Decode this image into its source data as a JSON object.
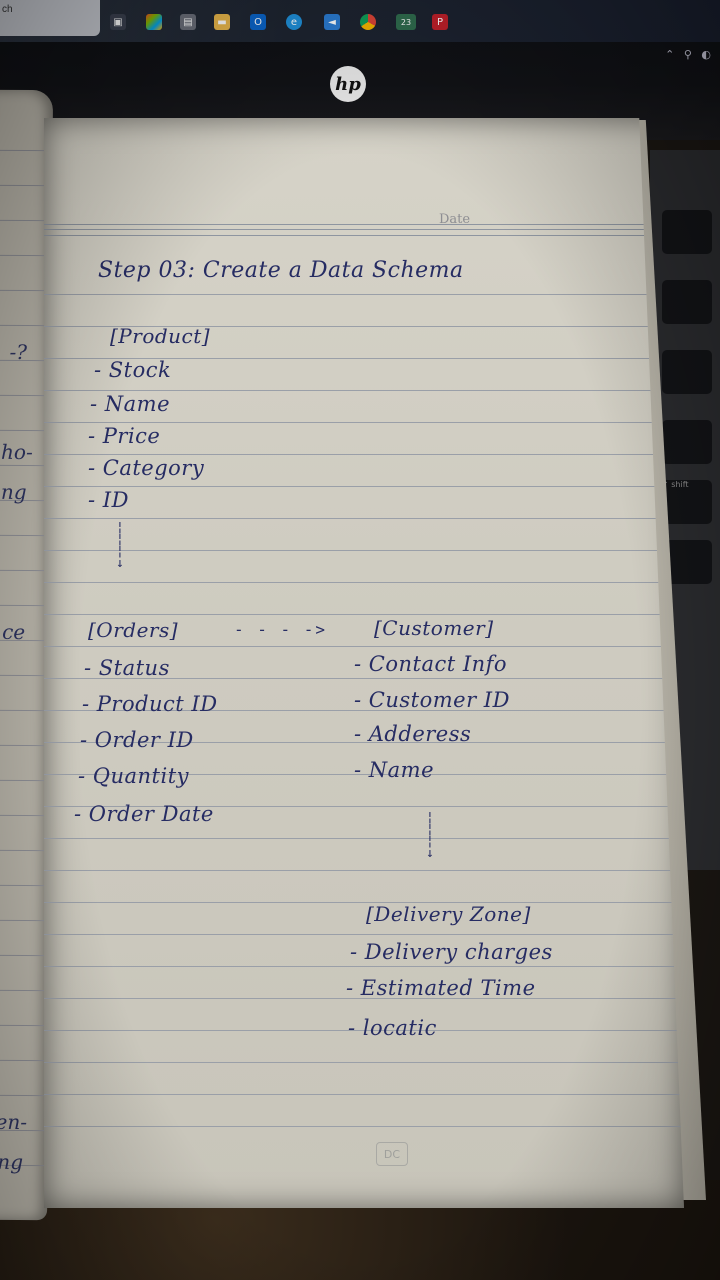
{
  "taskbar": {
    "search_text": "ch",
    "notification_badge": "23",
    "icons": [
      "widgets-icon",
      "task-view-icon",
      "edge-icon",
      "file-explorer-icon",
      "store-icon",
      "outlook-icon",
      "edge-browser-icon",
      "vscode-icon",
      "chrome-icon",
      "app-icon",
      "app-red-icon"
    ]
  },
  "laptop": {
    "brand": "hp"
  },
  "keyboard": {
    "shift_label": "↑ shift"
  },
  "page": {
    "date_label": "Date",
    "title": "Step 03:  Create  a  Data  Schema",
    "product": {
      "heading": "[Product]",
      "items": [
        "- Stock",
        "- Name",
        "- Price",
        "- Category",
        "- ID"
      ]
    },
    "orders": {
      "heading": "[Orders]",
      "items": [
        "- Status",
        "- Product ID",
        "- Order ID",
        "- Quantity",
        "- Order Date"
      ]
    },
    "customer": {
      "heading": "[Customer]",
      "items": [
        "- Contact Info",
        "- Customer ID",
        "- Adderess",
        "- Name"
      ]
    },
    "delivery_zone": {
      "heading": "[Delivery Zone]",
      "items": [
        "- Delivery charges",
        "- Estimated Time",
        "- locatic"
      ]
    },
    "arrow_right": "- - - ->",
    "footer_mark": "DC"
  },
  "left_page": {
    "scrawls": [
      "-?",
      "ho-",
      "ng",
      "ce",
      "en-",
      "ng"
    ]
  }
}
